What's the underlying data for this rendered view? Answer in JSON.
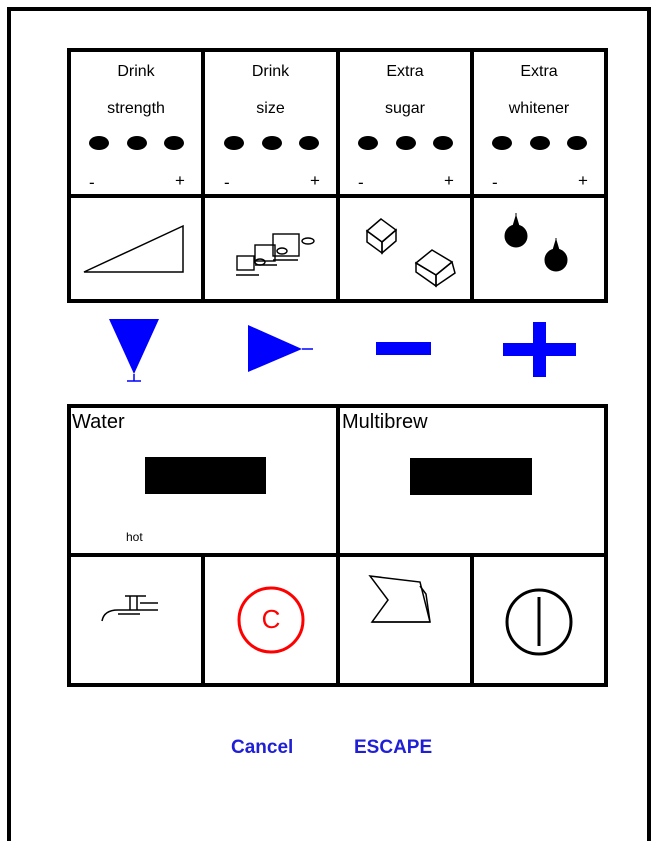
{
  "selectors": [
    {
      "line1": "Drink",
      "line2": "strength",
      "minus": "-",
      "plus": "+",
      "icon": "strength-ramp-icon"
    },
    {
      "line1": "Drink",
      "line2": "size",
      "minus": "-",
      "plus": "+",
      "icon": "cup-sizes-icon"
    },
    {
      "line1": "Extra",
      "line2": "sugar",
      "minus": "-",
      "plus": "+",
      "icon": "sugar-cubes-icon"
    },
    {
      "line1": "Extra",
      "line2": "whitener",
      "minus": "-",
      "plus": "+",
      "icon": "whitener-drops-icon"
    }
  ],
  "nav_buttons": [
    "down-arrow-icon",
    "right-arrow-icon",
    "minus-icon",
    "plus-icon"
  ],
  "displays": {
    "water": {
      "label": "Water",
      "sub": "hot"
    },
    "multibrew": {
      "label": "Multibrew"
    }
  },
  "bottom_buttons": [
    "tap-icon",
    "clear-icon",
    "jug-icon",
    "power-icon"
  ],
  "clear_glyph": "C",
  "links": {
    "cancel": "Cancel",
    "escape": "ESCAPE"
  },
  "colors": {
    "accent_blue": "#0000ff",
    "link_blue": "#1f1fd6",
    "clear_red": "#ff0000"
  }
}
